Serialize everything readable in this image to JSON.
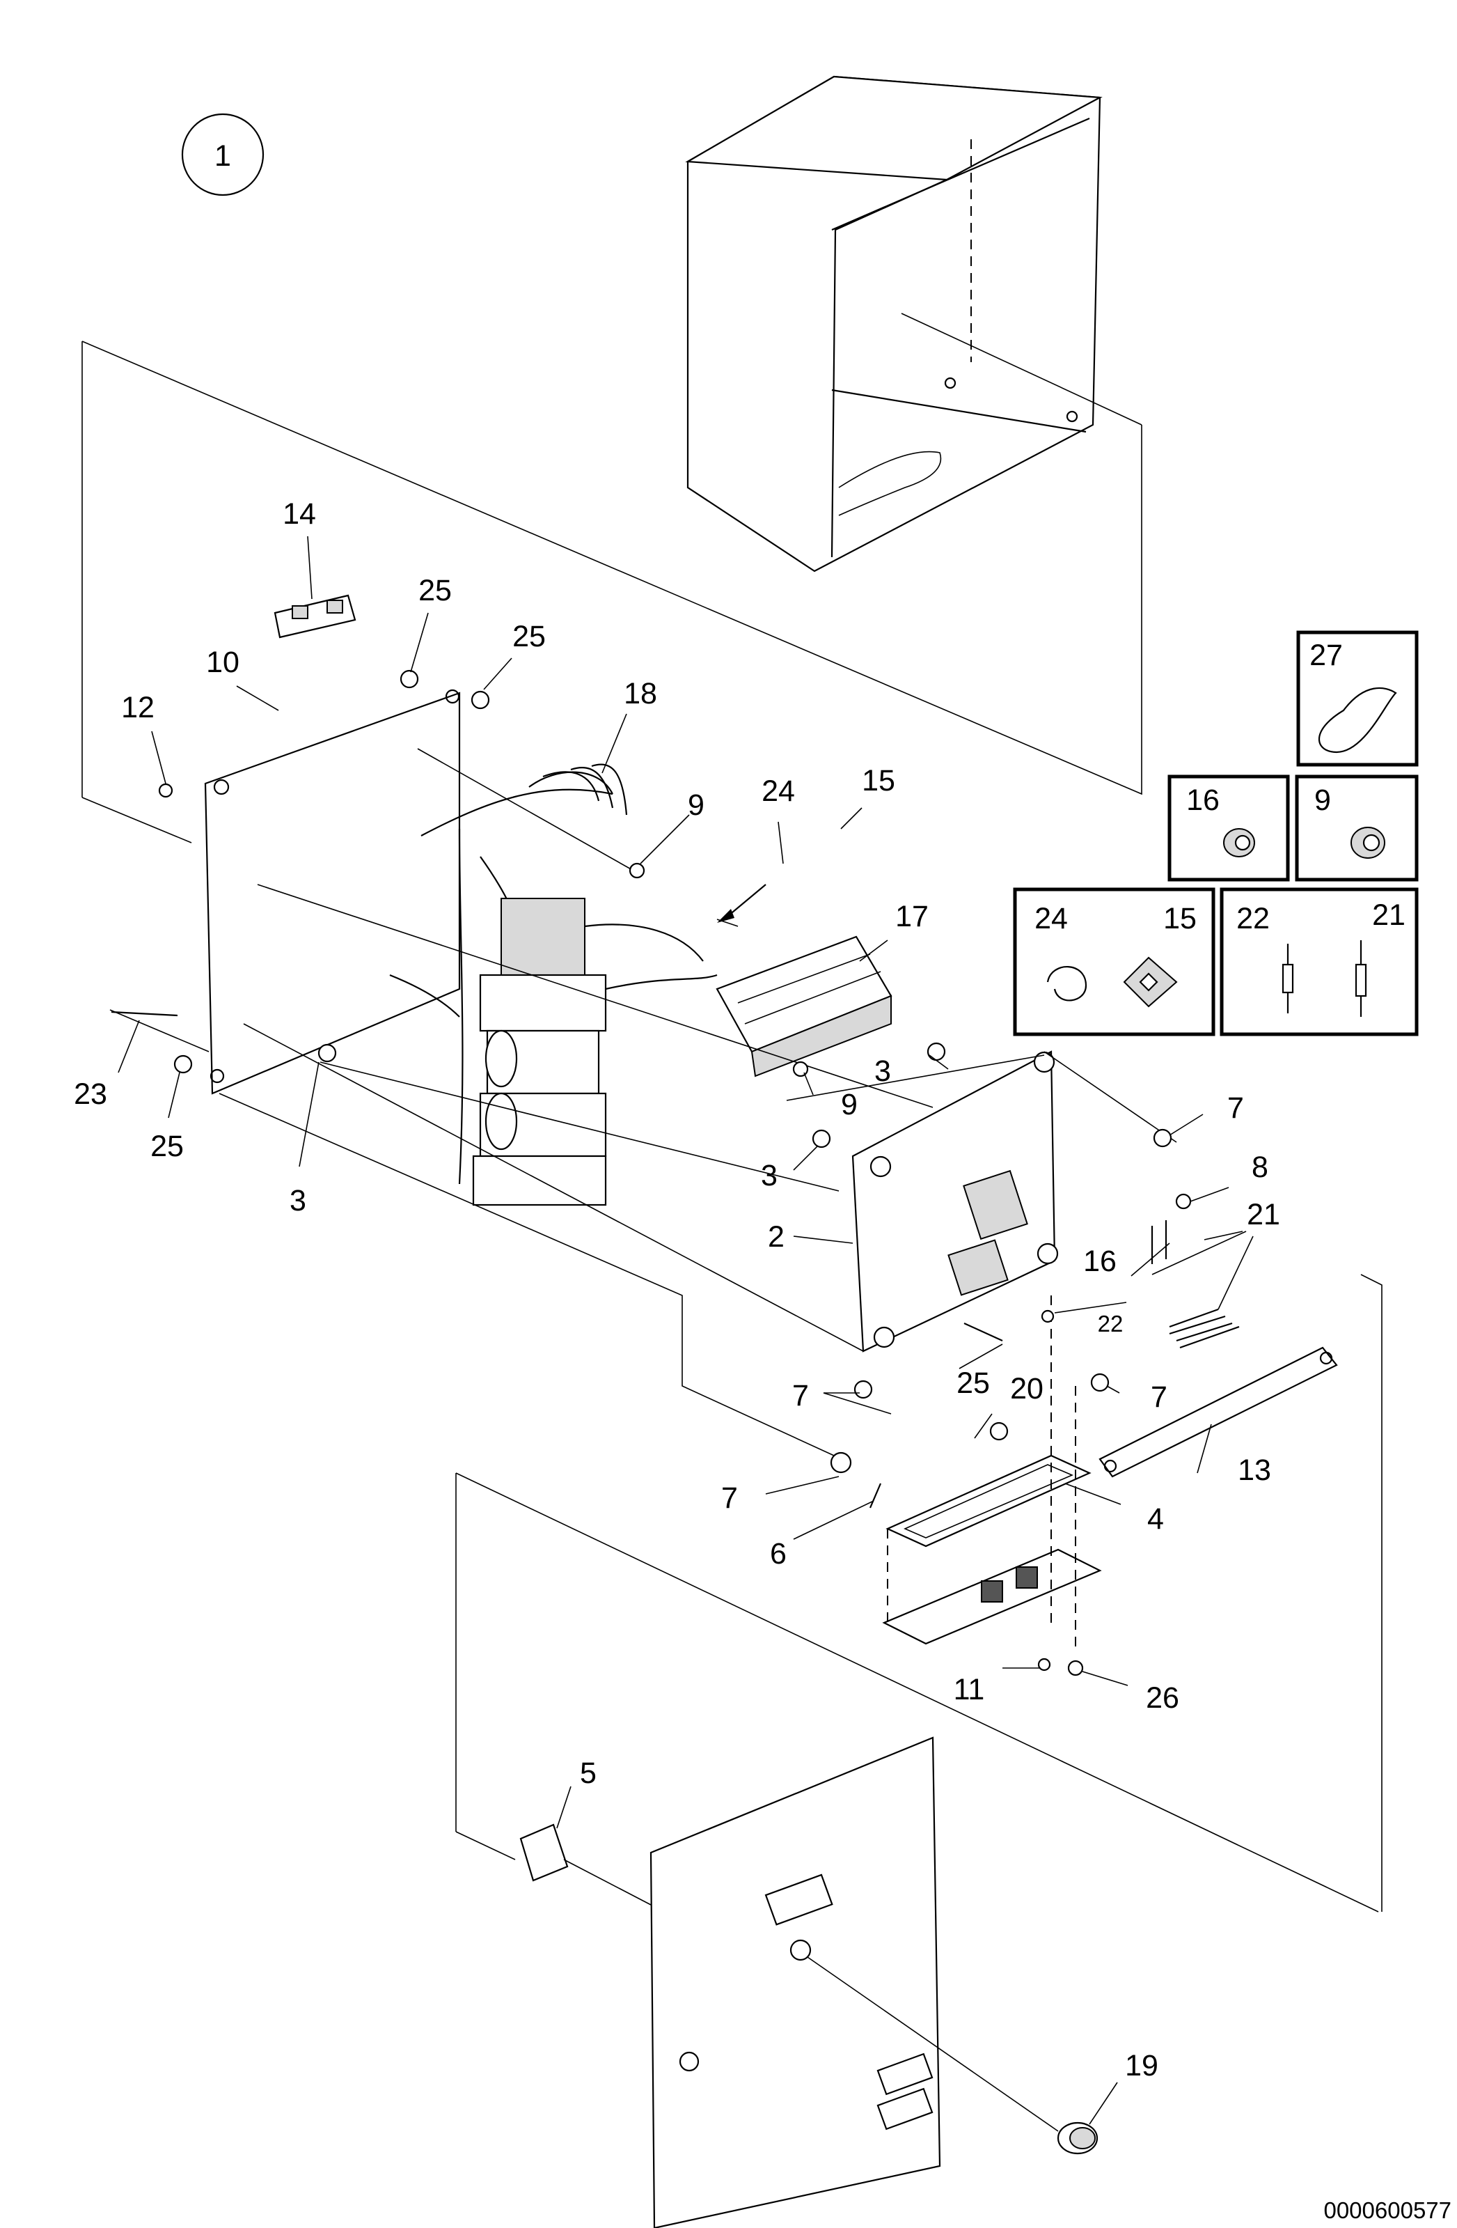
{
  "view_number": "1",
  "reference_number": "0000600577",
  "callouts": {
    "c2": "2",
    "c3a": "3",
    "c3b": "3",
    "c3c": "3",
    "c4": "4",
    "c5": "5",
    "c6": "6",
    "c7a": "7",
    "c7b": "7",
    "c7c": "7",
    "c7d": "7",
    "c8": "8",
    "c9a": "9",
    "c9b": "9",
    "c10": "10",
    "c11": "11",
    "c12": "12",
    "c13": "13",
    "c14": "14",
    "c15": "15",
    "c16": "16",
    "c17": "17",
    "c18": "18",
    "c19": "19",
    "c20": "20",
    "c21": "21",
    "c22": "22",
    "c23": "23",
    "c24": "24",
    "c25a": "25",
    "c25b": "25",
    "c25c": "25",
    "c25d": "25",
    "c26": "26"
  },
  "detail_boxes": {
    "box27": "27",
    "box16": "16",
    "box9": "9",
    "box24": "24",
    "box15": "15",
    "box22": "22",
    "box21": "21"
  }
}
